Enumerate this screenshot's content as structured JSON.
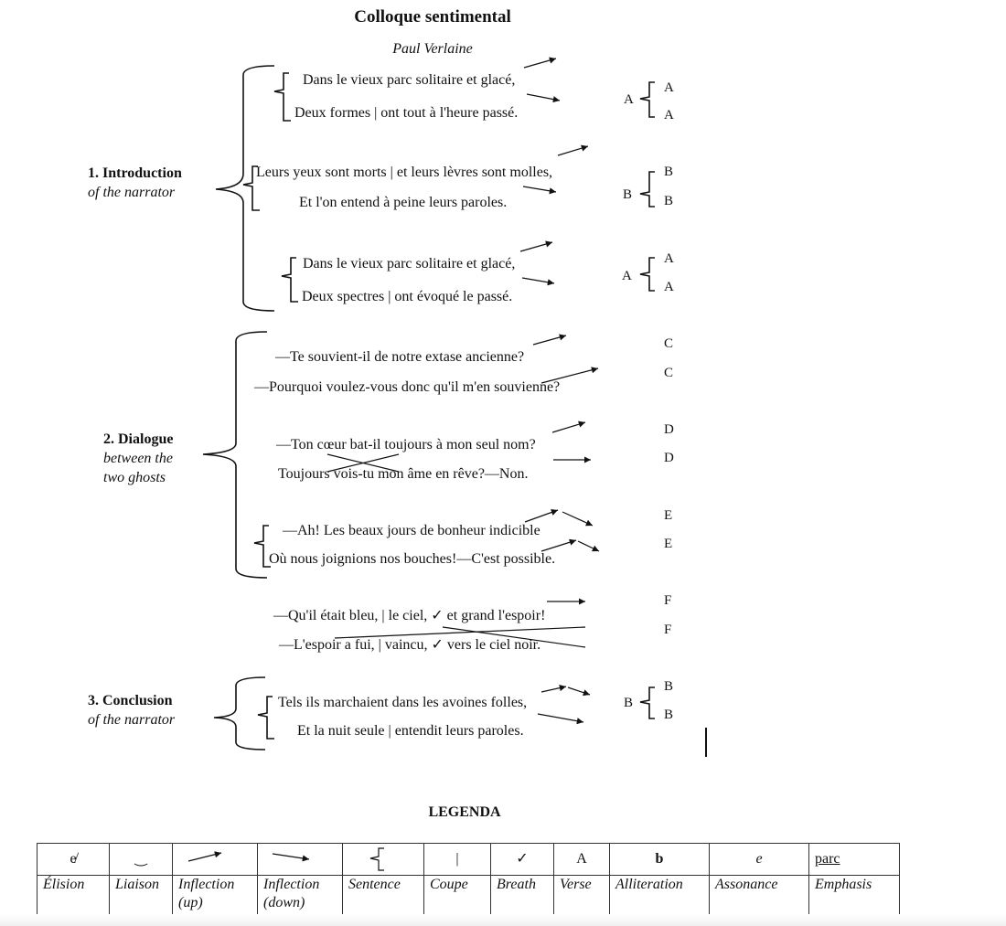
{
  "title": "Colloque sentimental",
  "author": "Paul Verlaine",
  "sections": [
    {
      "heading": "1. Introduction",
      "sub1": "of the narrator",
      "sub2": ""
    },
    {
      "heading": "2. Dialogue",
      "sub1": "between the",
      "sub2": "two ghosts"
    },
    {
      "heading": "3. Conclusion",
      "sub1": "of the narrator",
      "sub2": ""
    }
  ],
  "lines": [
    "Dans le vieux parc solitaire et glacé,",
    "Deux formes | ont tout à l'heure passé.",
    "Leurs yeux sont morts | et leurs lèvres sont molles,",
    "Et l'on entend à peine leurs paroles.",
    "Dans le vieux parc solitaire et glacé,",
    "Deux spectres | ont évoqué le passé.",
    "—Te souvient-il de notre extase ancienne?",
    "—Pourquoi voulez-vous donc qu'il m'en souvienne?",
    "—Ton cœur bat-il toujours à mon seul nom?",
    "Toujours vois-tu mon âme en rêve?—Non.",
    "—Ah! Les beaux jours de bonheur indicible",
    "Où nous joignions nos bouches!—C'est possible.",
    "—Qu'il était bleu, | le ciel, ✓ et grand l'espoir!",
    "—L'espoir a fui, | vaincu, ✓ vers le ciel noir.",
    "Tels ils marchaient dans les avoines folles,",
    "Et la nuit seule | entendit leurs paroles."
  ],
  "rhymes": {
    "stanza_labels": [
      "A",
      "B",
      "A",
      "B"
    ],
    "line_labels": [
      "A",
      "A",
      "B",
      "B",
      "A",
      "A",
      "C",
      "C",
      "D",
      "D",
      "E",
      "E",
      "F",
      "F",
      "B",
      "B"
    ]
  },
  "legend": {
    "title": "LEGENDA",
    "symbols": [
      "e̸",
      "‿",
      "↗",
      "→",
      "-{",
      "|",
      "✓",
      "A",
      "b",
      "e",
      "parc"
    ],
    "labels": [
      "Élision",
      "Liaison",
      "Inflection (up)",
      "Inflection (down)",
      "Sentence",
      "Coupe",
      "Breath",
      "Verse",
      "Alliteration",
      "Assonance",
      "Emphasis"
    ]
  }
}
